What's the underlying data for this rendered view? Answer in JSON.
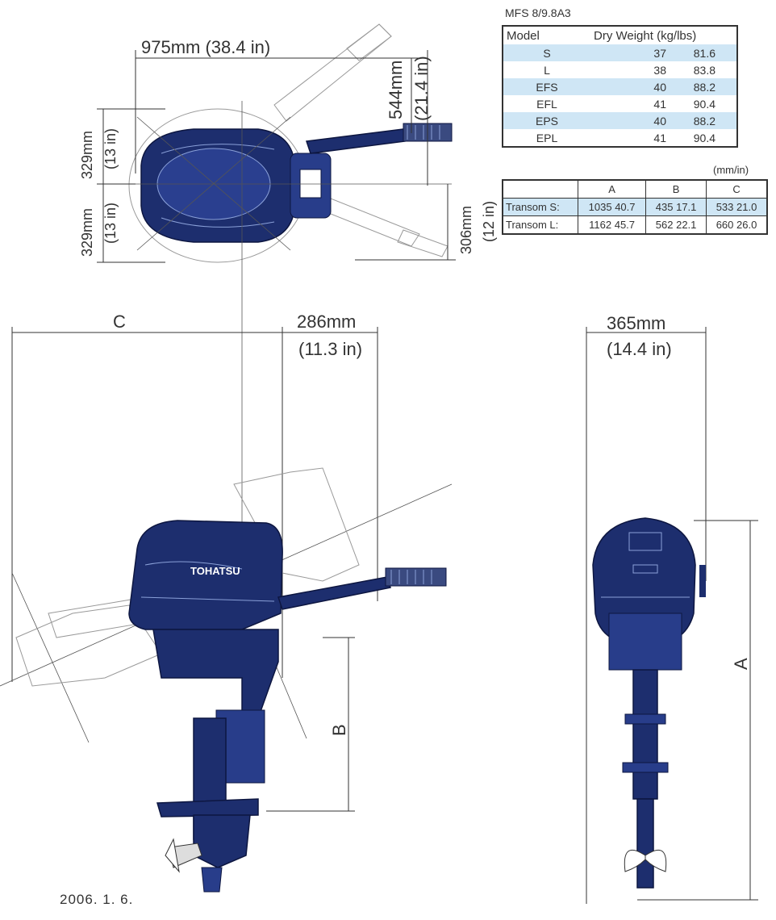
{
  "weight_table": {
    "title": "MFS 8/9.8A3",
    "headers": {
      "model": "Model",
      "weight": "Dry Weight  (kg/lbs)"
    },
    "rows": [
      {
        "model": "S",
        "kg": "37",
        "lbs": "81.6"
      },
      {
        "model": "L",
        "kg": "38",
        "lbs": "83.8"
      },
      {
        "model": "EFS",
        "kg": "40",
        "lbs": "88.2"
      },
      {
        "model": "EFL",
        "kg": "41",
        "lbs": "90.4"
      },
      {
        "model": "EPS",
        "kg": "40",
        "lbs": "88.2"
      },
      {
        "model": "EPL",
        "kg": "41",
        "lbs": "90.4"
      }
    ]
  },
  "dim_table": {
    "units": "(mm/in)",
    "headers": [
      "A",
      "B",
      "C"
    ],
    "rows": [
      {
        "label": "Transom S:",
        "a": "1035  40.7",
        "b": "435  17.1",
        "c": "533  21.0"
      },
      {
        "label": "Transom L:",
        "a": "1162  45.7",
        "b": "562  22.1",
        "c": "660  26.0"
      }
    ]
  },
  "dimensions": {
    "width_total": "975mm (38.4 in)",
    "tiller_mm": "544mm",
    "tiller_in": "(21.4 in)",
    "half_upper_mm": "329mm",
    "half_upper_in": "(13 in)",
    "half_lower_mm": "329mm",
    "half_lower_in": "(13 in)",
    "right_mm": "306mm",
    "right_in": "(12 in)",
    "c_label": "C",
    "tiller_depth_mm": "286mm",
    "tiller_depth_in": "(11.3 in)",
    "width_rear_mm": "365mm",
    "width_rear_in": "(14.4 in)",
    "a_label": "A",
    "b_label": "B"
  },
  "brand": "TOHATSU",
  "date": "2006. 1. 6.",
  "colors": {
    "motor": "#1d2e6e",
    "table_shade": "#cfe6f5"
  }
}
